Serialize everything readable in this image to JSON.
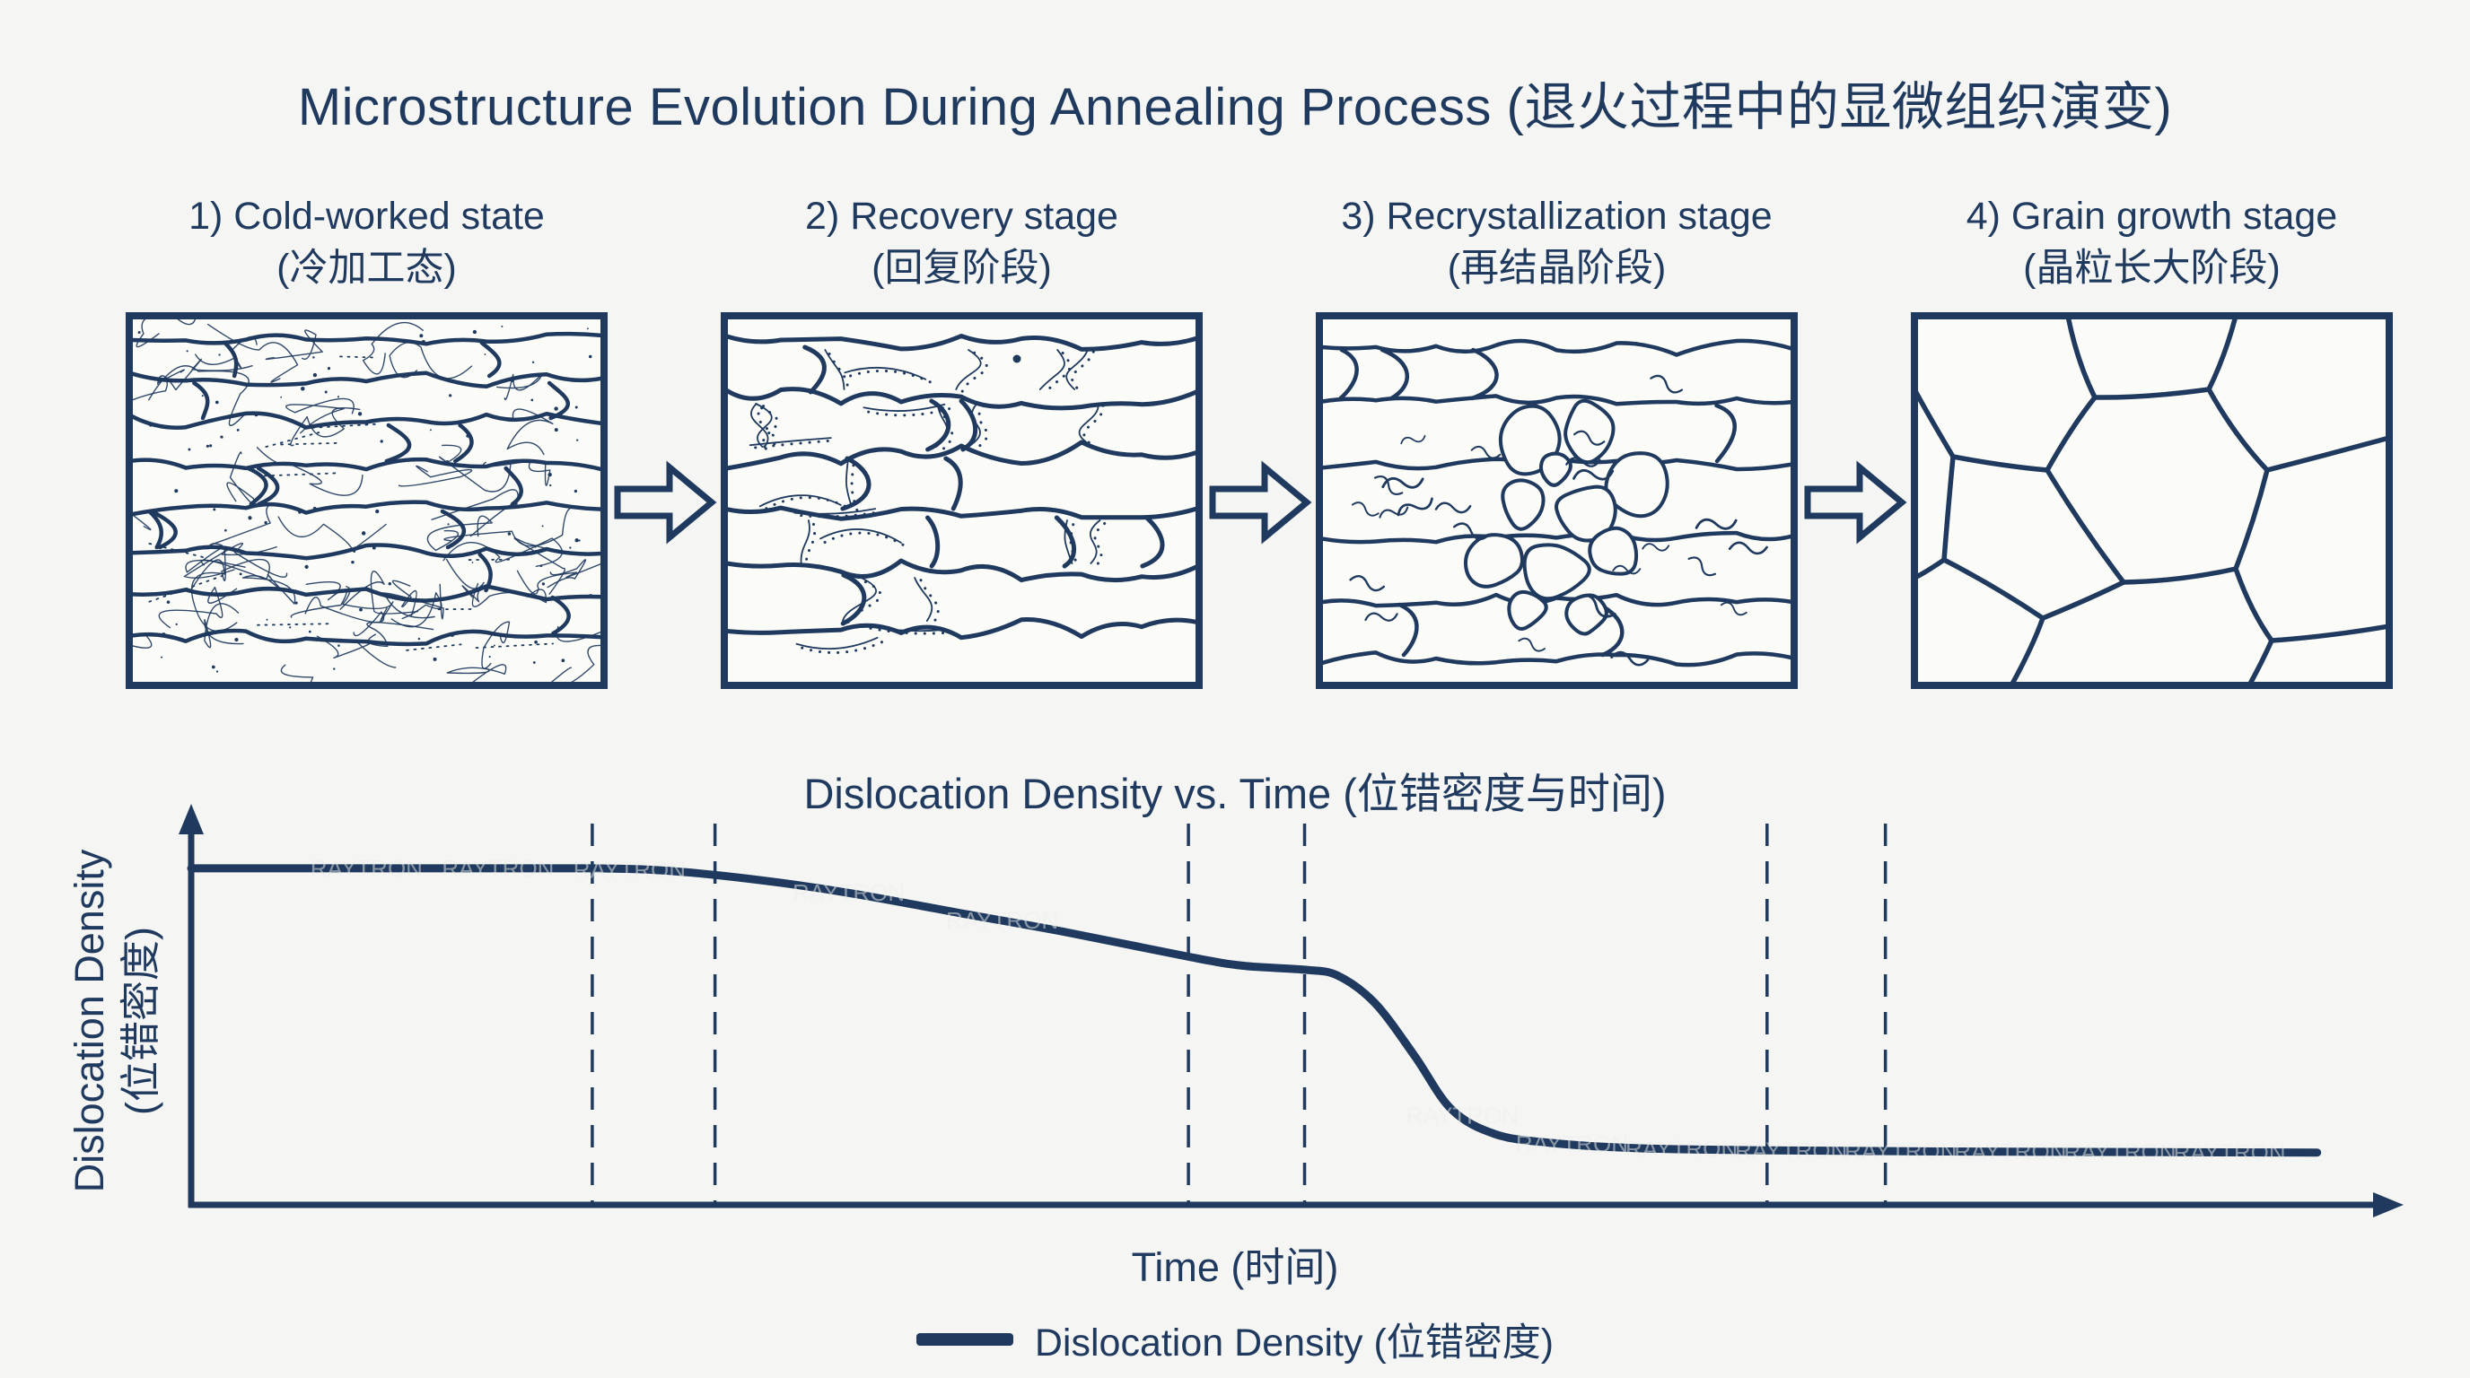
{
  "colors": {
    "ink": "#1f3a5e",
    "background": "#f5f6f3",
    "panel_fill": "#fbfbf8",
    "watermark": "#eef0ec"
  },
  "title": "Microstructure Evolution During Annealing Process (退火过程中的显微组织演变)",
  "stages": [
    {
      "label_en": "1) Cold-worked state",
      "label_zh": "(冷加工态)",
      "micrograph": "cold-worked-microstructure"
    },
    {
      "label_en": "2) Recovery stage",
      "label_zh": "(回复阶段)",
      "micrograph": "recovery-microstructure"
    },
    {
      "label_en": "3) Recrystallization stage",
      "label_zh": "(再结晶阶段)",
      "micrograph": "recrystallization-microstructure"
    },
    {
      "label_en": "4) Grain growth stage",
      "label_zh": "(晶粒长大阶段)",
      "micrograph": "grain-growth-microstructure"
    }
  ],
  "stage_arrow_icon": "right-block-arrow",
  "watermark": "RAYTRON",
  "chart_data": {
    "type": "line",
    "title": "Dislocation Density vs. Time (位错密度与时间)",
    "xlabel": "Time (时间)",
    "ylabel": "Dislocation Density (位错密度)",
    "ylabel_lines": [
      "Dislocation Density",
      "(位错密度)"
    ],
    "legend": [
      {
        "label": "Dislocation Density (位错密度)",
        "color": "#1f3a5e",
        "position": "bottom-center"
      }
    ],
    "grid": false,
    "x_axis": {
      "label": "Time (时间)",
      "ticks": [],
      "arrow": true
    },
    "y_axis": {
      "label": "Dislocation Density (位错密度)",
      "ticks": [],
      "arrow": true
    },
    "x_range_pct": [
      0,
      100
    ],
    "y_range_normalized": [
      0,
      1
    ],
    "series": [
      {
        "name": "Dislocation Density (位错密度)",
        "x_pct": [
          0,
          10,
          18.3,
          22,
          26,
          30,
          35,
          40,
          45.5,
          48,
          50.8,
          52.3,
          54,
          55.8,
          57.5,
          59.5,
          62,
          66,
          72,
          80,
          90,
          97
        ],
        "y_normalized": [
          0.933,
          0.933,
          0.933,
          0.925,
          0.9,
          0.865,
          0.81,
          0.755,
          0.688,
          0.663,
          0.652,
          0.636,
          0.56,
          0.415,
          0.265,
          0.196,
          0.172,
          0.157,
          0.151,
          0.148,
          0.146,
          0.145
        ]
      }
    ],
    "stage_boundary_guides_x_pct": [
      18.3,
      23.9,
      45.5,
      50.8,
      71.9,
      77.3
    ],
    "guide_style": "dashed"
  }
}
